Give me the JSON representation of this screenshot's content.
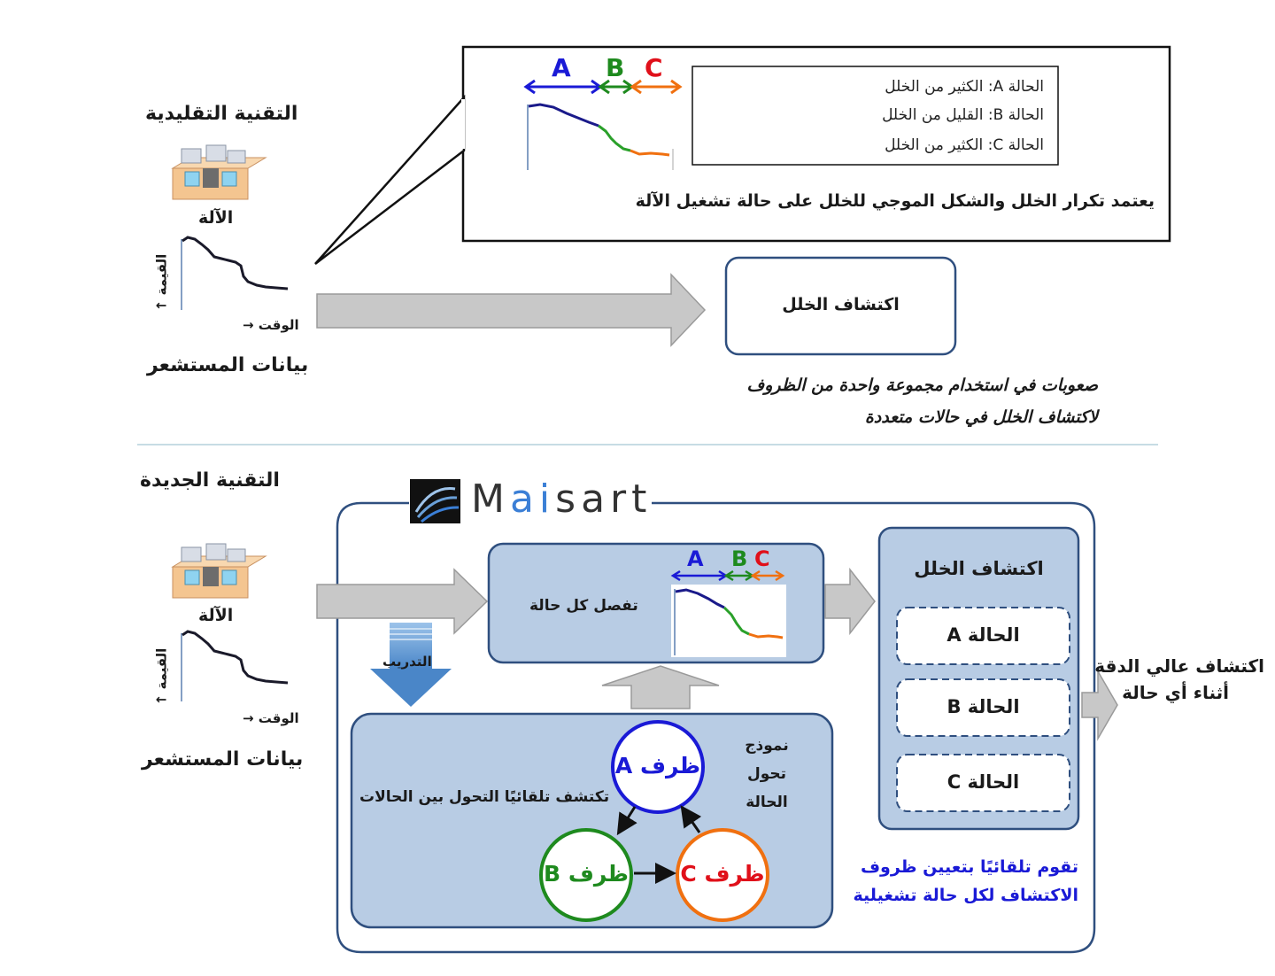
{
  "conventional": {
    "title": "التقنية التقليدية",
    "machine_label": "الآلة",
    "axis_value": "القيمة ↑",
    "axis_time": "الوقت →",
    "sensor_label": "بيانات المستشعر",
    "callout": {
      "letter_a": "A",
      "letter_b": "B",
      "letter_c": "C",
      "cond_a": "الحالة A: الكثير من الخلل",
      "cond_b": "الحالة B: القليل من الخلل",
      "cond_c": "الحالة C: الكثير من الخلل",
      "caption": "يعتمد تكرار الخلل والشكل الموجي للخلل على حالة تشغيل الآلة"
    },
    "detection_box": "اكتشاف الخلل",
    "difficulty_line1": "صعوبات في استخدام مجموعة واحدة من الظروف",
    "difficulty_line2": "لاكتشاف الخلل في حالات متعددة"
  },
  "new_tech": {
    "title": "التقنية الجديدة",
    "machine_label": "الآلة",
    "axis_value": "القيمة ↑",
    "axis_time": "الوقت →",
    "sensor_label": "بيانات المستشعر",
    "brand": {
      "prefix": "M",
      "highlight": "ai",
      "suffix": "sart"
    },
    "training_label": "التدريب",
    "separate_label": "تفصل كل حالة",
    "separate_letters": {
      "a": "A",
      "b": "B",
      "c": "C"
    },
    "model_label_line1": "نموذج",
    "model_label_line2": "تحول",
    "model_label_line3": "الحالة",
    "auto_detect_label": "تكتشف تلقائيًا التحول بين الحالات",
    "circle_a": "ظرف A",
    "circle_b": "ظرف B",
    "circle_c": "ظرف C",
    "detection_title": "اكتشاف الخلل",
    "state_a": "الحالة A",
    "state_b": "الحالة B",
    "state_c": "الحالة C",
    "auto_assign_line1": "تقوم تلقائيًا بتعيين ظروف",
    "auto_assign_line2": "الاكتشاف لكل حالة تشغيلية",
    "result_line1": "اكتشاف عالي الدقة",
    "result_line2": "أثناء أي حالة"
  },
  "colors": {
    "state_a": "#1a1ad6",
    "state_b": "#1e8a1e",
    "state_c": "#f07010",
    "panel_fill": "#b8cce4",
    "panel_border": "#2f4f7f",
    "arrow_gray": "#bfbfbf",
    "training_arrow": "#5b9bd5"
  }
}
